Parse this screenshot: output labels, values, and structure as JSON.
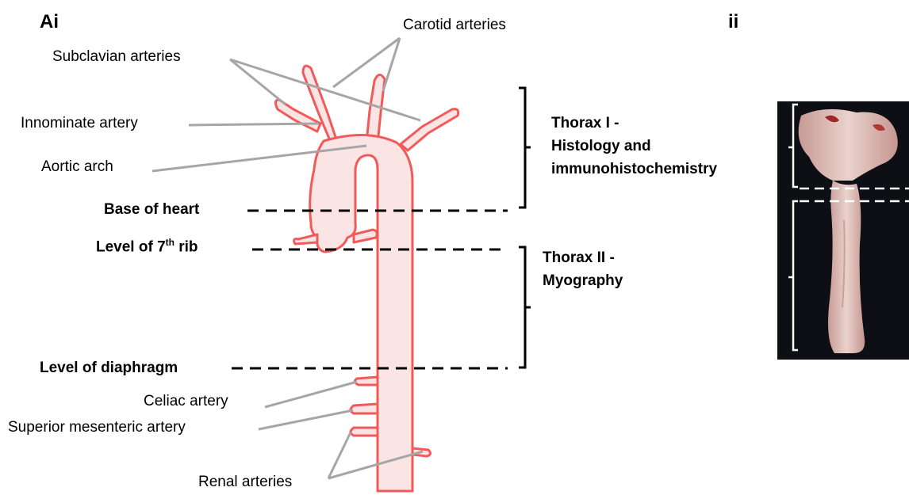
{
  "panels": {
    "a": "Ai",
    "b": "ii"
  },
  "labels": {
    "carotid": "Carotid arteries",
    "subclavian": "Subclavian arteries",
    "innominate": "Innominate artery",
    "aortic_arch": "Aortic arch",
    "base_heart": "Base of heart",
    "rib_prefix": "Level of 7",
    "rib_sup": "th",
    "rib_suffix": " rib",
    "diaphragm": "Level of diaphragm",
    "celiac": "Celiac artery",
    "sma": "Superior mesenteric artery",
    "renal": "Renal arteries"
  },
  "sections": {
    "thorax1_line1": "Thorax I -",
    "thorax1_line2": "Histology and",
    "thorax1_line3": "immunohistochemistry",
    "thorax2_line1": "Thorax II -",
    "thorax2_line2": "Myography"
  },
  "colors": {
    "vessel_fill": "#fbe4e4",
    "vessel_stroke": "#f25a5a",
    "leader": "#a6a6a6",
    "dash": "#000000"
  }
}
